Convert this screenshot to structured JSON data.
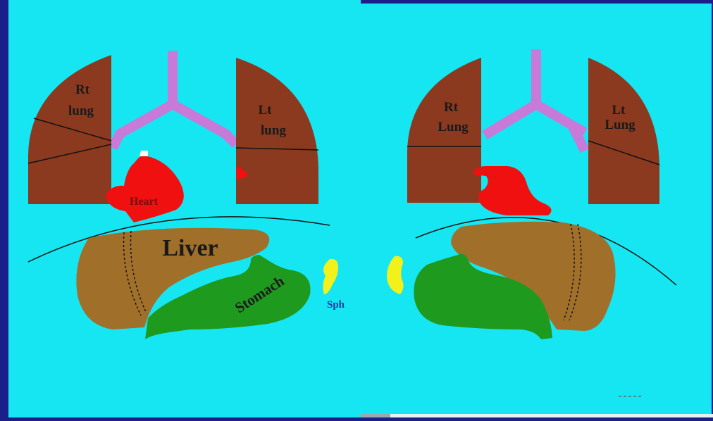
{
  "colors": {
    "frame": "#1a1f8a",
    "background": "#16e6f2",
    "lung": "#8b3a1f",
    "trachea": "#c77ad8",
    "heart": "#f01010",
    "liver": "#a0702a",
    "stomach": "#1e9a1e",
    "spleen": "#f2f21a",
    "line": "#111111",
    "label_dark": "#1a1a1a",
    "label_blue": "#1a3aa0"
  },
  "left_panel": {
    "labels": {
      "rt_lung_line1": "Rt",
      "rt_lung_line2": "lung",
      "lt_lung_line1": "Lt",
      "lt_lung_line2": "lung",
      "heart": "Heart",
      "liver": "Liver",
      "stomach": "Stomach",
      "spleen": "Sph"
    }
  },
  "right_panel": {
    "labels": {
      "rt_lung_line1": "Rt",
      "rt_lung_line2": "Lung",
      "lt_lung_line1": "Lt",
      "lt_lung_line2": "Lung"
    }
  }
}
